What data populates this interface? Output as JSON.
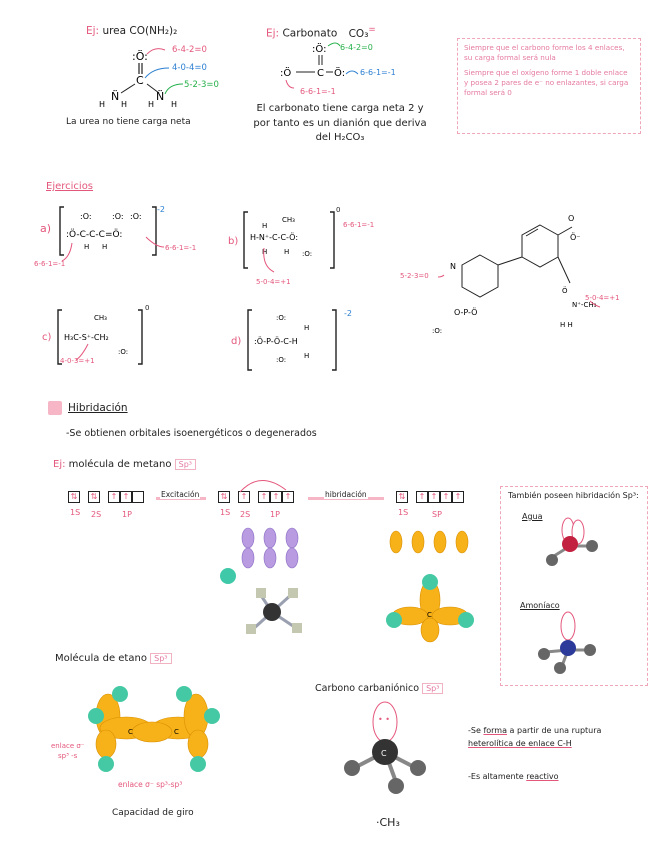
{
  "ej_urea": {
    "label": "Ej:",
    "title": "urea CO(NH₂)₂",
    "charges": [
      "6-4-2=0",
      "4-0-4=0",
      "5-2-3=0"
    ],
    "caption": "La urea no tiene carga neta"
  },
  "ej_carbonato": {
    "label": "Ej:",
    "title": "Carbonato",
    "formula": "CO₃",
    "charge": "=",
    "charges": [
      "6-4-2=0",
      "6-6-1=-1",
      "6-6-1=-1"
    ],
    "caption": [
      "El carbonato tiene carga neta 2 y",
      "por tanto es un dianión que deriva",
      "del H₂CO₃"
    ]
  },
  "note": {
    "p1": "Siempre que el carbono forme los 4 enlaces, su carga formal será nula",
    "p2": "Siempre que el oxígeno forme 1 doble enlace y posea 2 pares de e⁻ no enlazantes, si carga formal será 0"
  },
  "ejercicios": {
    "title": "Ejercicios",
    "a": {
      "label": "a)",
      "charge": "-2",
      "notes": [
        "6-6-1=-1",
        "6-6-1=-1"
      ]
    },
    "b": {
      "label": "b)",
      "charge": "0",
      "notes": [
        "6-6-1=-1",
        "5-0-4=+1"
      ]
    },
    "c": {
      "label": "c)",
      "charge": "0",
      "notes": [
        "4-0-3=+1"
      ]
    },
    "d": {
      "label": "d)",
      "charge": "-2"
    },
    "e": {
      "notes": [
        "5-2-3=0",
        "5-0-4=+1"
      ]
    }
  },
  "hibridacion": {
    "title": "Hibridación",
    "bullet": "-Se obtienen orbitales isoenergéticos o degenerados",
    "ej_label": "Ej:",
    "ej_text": "molécula de metano",
    "sp3": "Sp³",
    "excitacion": "Excitación",
    "hibridacion_arrow": "hibridación",
    "orb_labels1": [
      "1S",
      "2S",
      "1P"
    ],
    "orb_labels2": [
      "1S",
      "2S",
      "1P"
    ],
    "orb_labels3": [
      "1S",
      "SP"
    ],
    "side_title": "También poseen hibridación Sp³:",
    "agua": "Agua",
    "amoniaco": "Amoníaco"
  },
  "etano": {
    "title": "Molécula de etano",
    "sp3": "Sp³",
    "enlace1": "enlace σ⁻",
    "enlace1b": "sp³ -s",
    "enlace2": "enlace σ⁻ sp³-sp³",
    "giro": "Capacidad de giro"
  },
  "carbanion": {
    "title": "Carbono carbaniónico",
    "sp3": "Sp³",
    "b1a": "-Se",
    "b1b": "forma",
    "b1c": "a partir de una ruptura",
    "b1d": "heterolítica de enlace C-H",
    "b2a": "-Es altamente",
    "b2b": "reactivo",
    "formula": "·CH₃"
  }
}
